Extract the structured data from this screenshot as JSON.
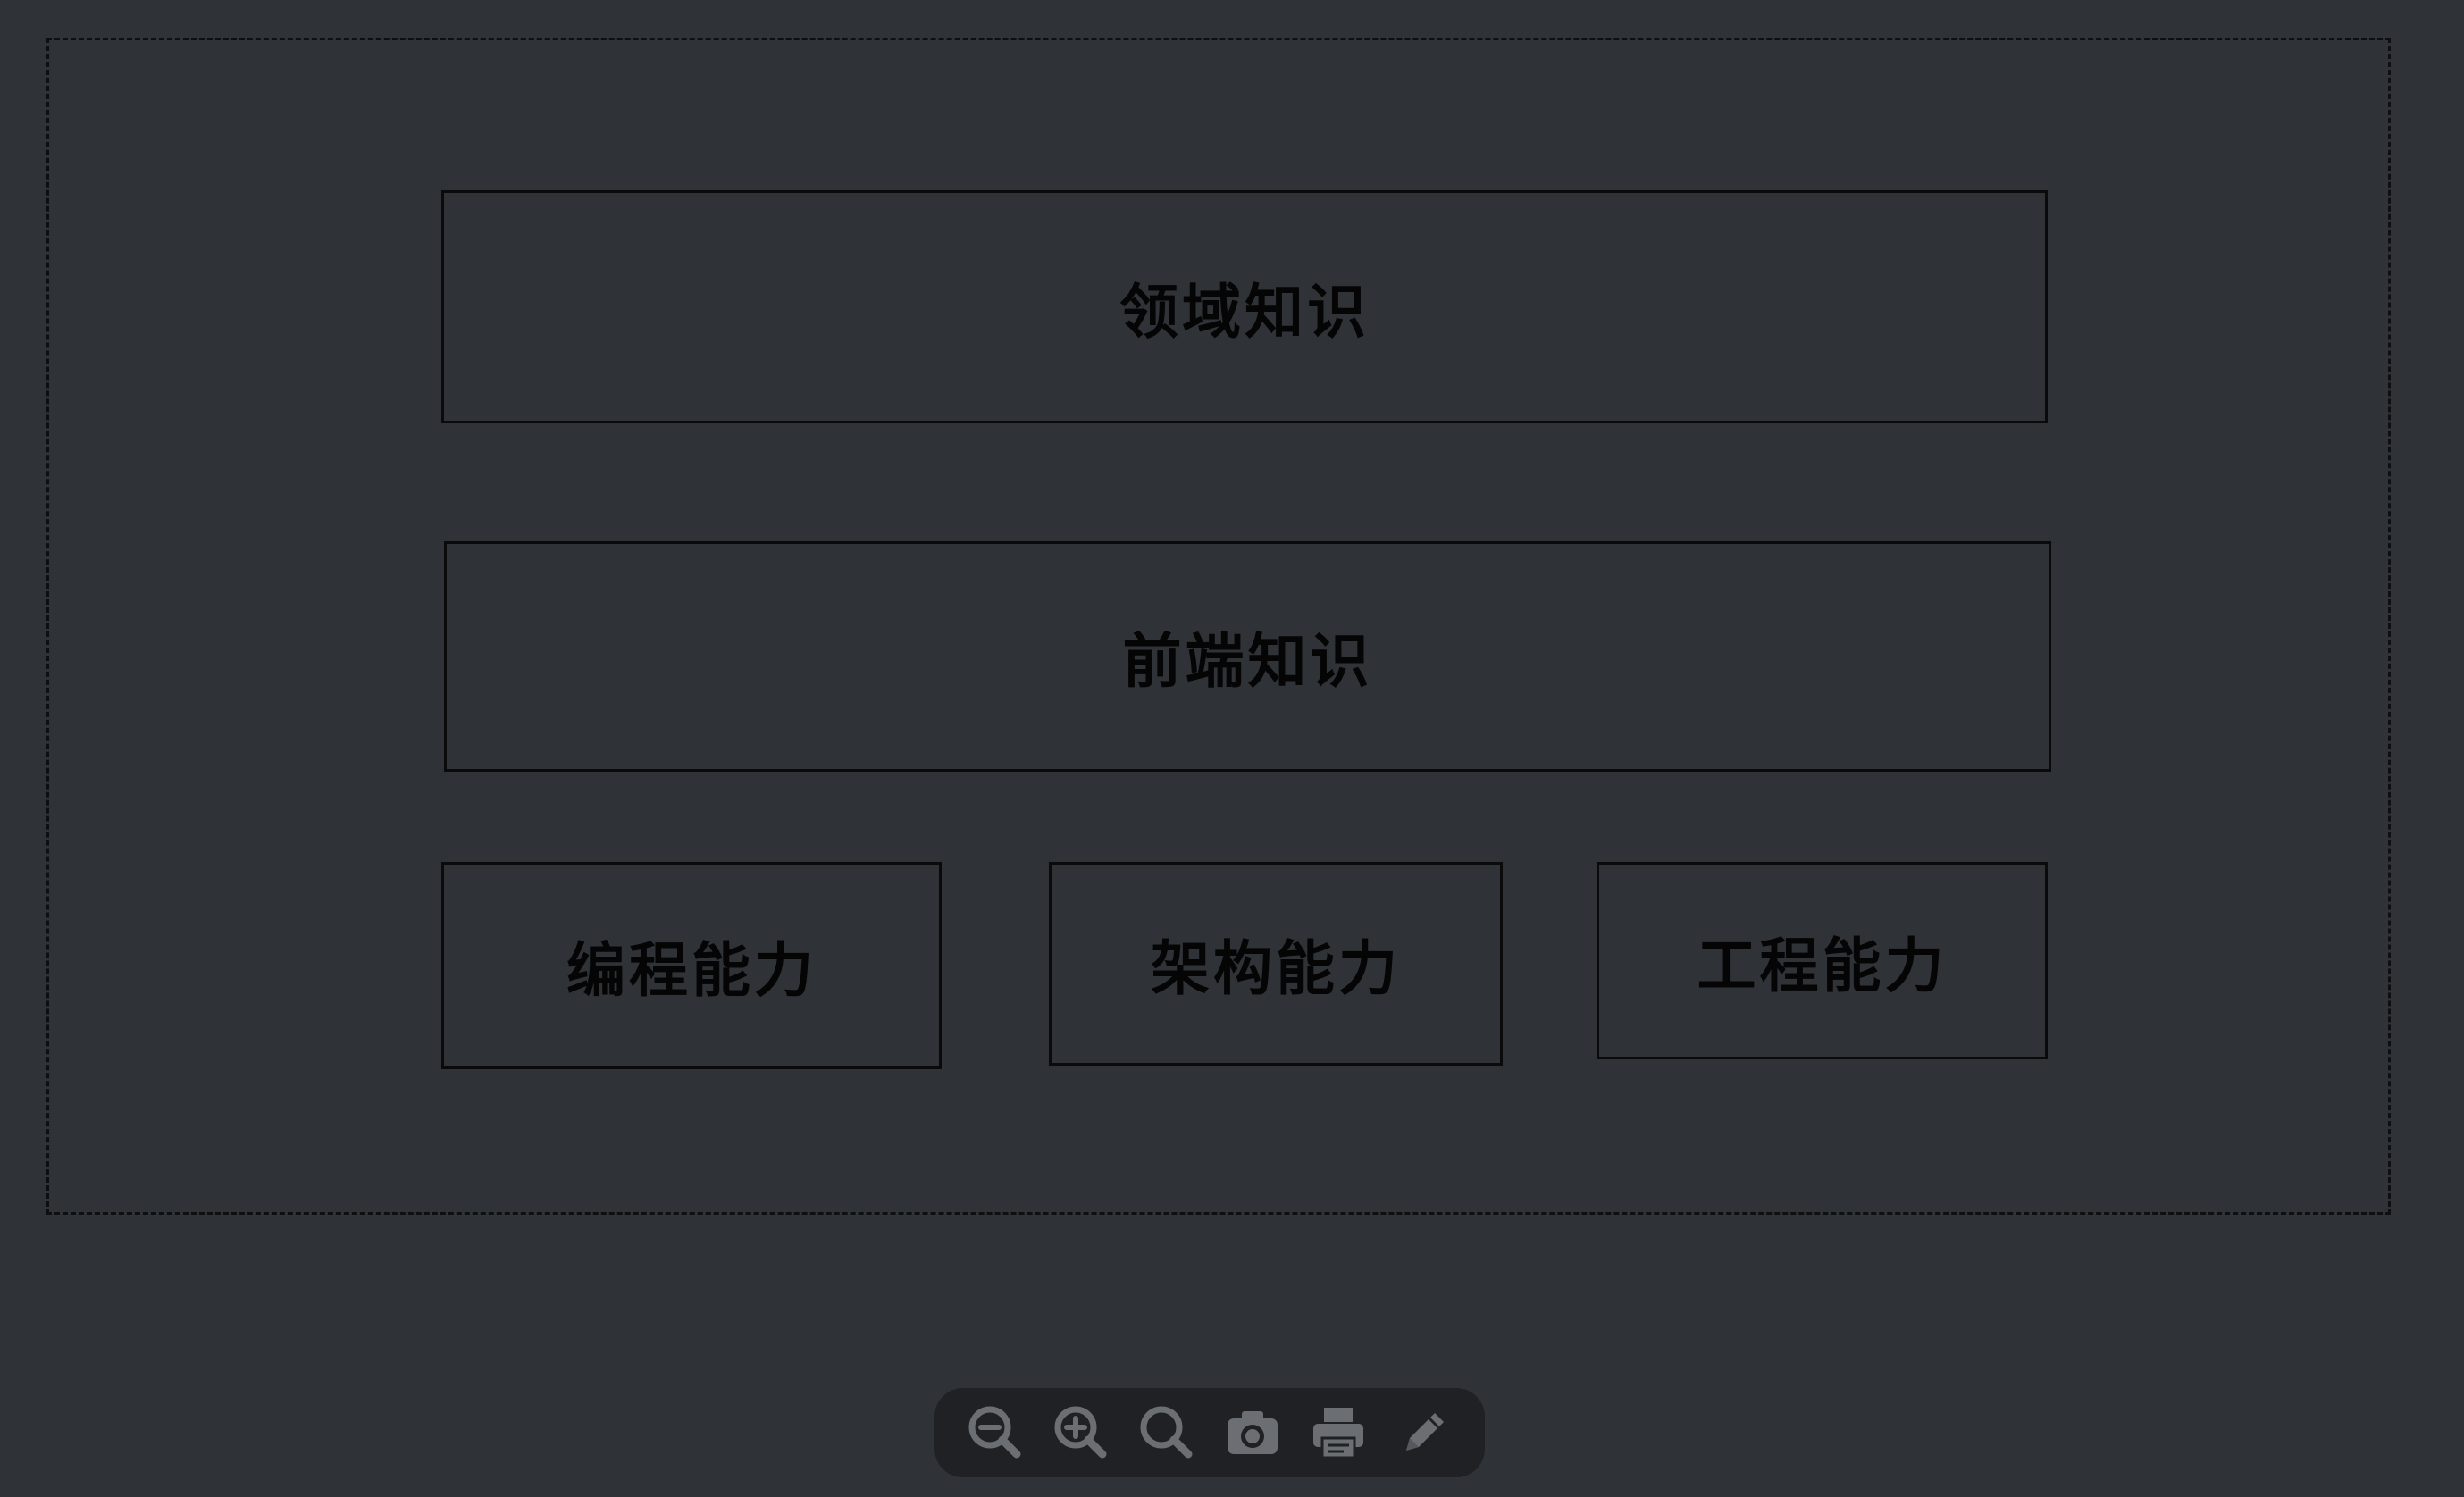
{
  "diagram": {
    "boxes": {
      "domain": "领域知识",
      "frontend": "前端知识",
      "coding": "编程能力",
      "architecture": "架构能力",
      "engineering": "工程能力"
    }
  },
  "toolbar": {
    "icons": [
      "zoom-out-icon",
      "zoom-in-icon",
      "zoom-reset-icon",
      "camera-icon",
      "print-icon",
      "pencil-icon"
    ],
    "icon_color": "#6b6e72"
  },
  "colors": {
    "background": "#2f3236",
    "box_border": "#0a0a0b",
    "text": "#050505",
    "toolbar_bg": "#1f2124"
  }
}
